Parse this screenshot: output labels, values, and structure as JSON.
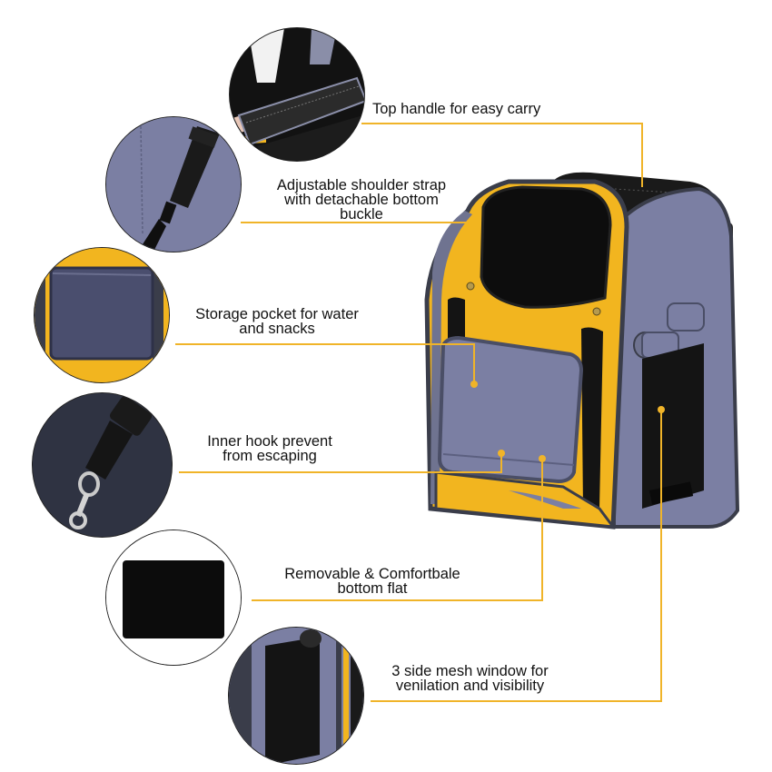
{
  "accent_color": "#F0B429",
  "product": {
    "name": "pet-carrier-backpack",
    "colors": {
      "body": "#7B7FA3",
      "accent": "#F2B51F",
      "trim": "#3A3D4A",
      "mesh": "#141414"
    }
  },
  "features": [
    {
      "id": "top-handle",
      "lines": [
        "Top handle for easy carry"
      ]
    },
    {
      "id": "shoulder-strap",
      "lines": [
        "Adjustable shoulder strap",
        "with detachable bottom",
        "buckle"
      ]
    },
    {
      "id": "storage-pocket",
      "lines": [
        "Storage pocket for water",
        "and snacks"
      ]
    },
    {
      "id": "inner-hook",
      "lines": [
        "Inner hook prevent",
        "from escaping"
      ]
    },
    {
      "id": "bottom-flat",
      "lines": [
        "Removable & Comfortbale",
        "bottom flat"
      ]
    },
    {
      "id": "mesh-window",
      "lines": [
        "3 side mesh window for",
        "venilation and visibility"
      ]
    }
  ]
}
